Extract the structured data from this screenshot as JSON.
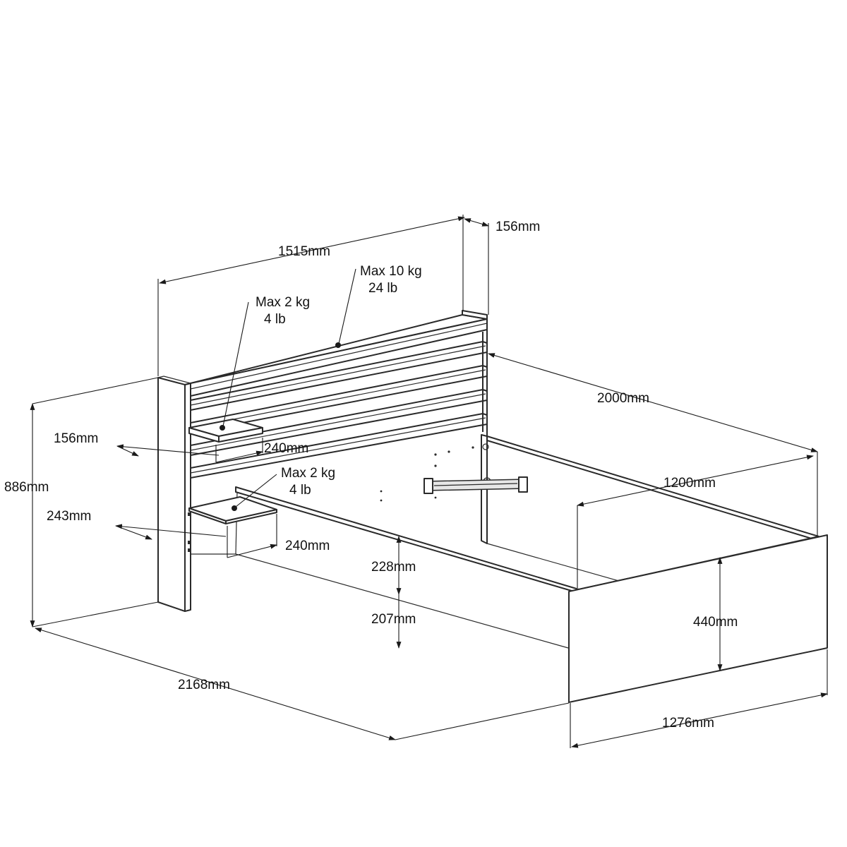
{
  "diagram": {
    "colors": {
      "line": "#2a2a2a",
      "background": "#ffffff",
      "shade": "#e6e6e6"
    },
    "dimensions": {
      "headboard_width": "1515mm",
      "headboard_depth": "156mm",
      "total_height": "886mm",
      "bed_length": "2000mm",
      "mattress_width": "1200mm",
      "total_length": "2168mm",
      "total_width": "1276mm",
      "shelf_upper_depth": "156mm",
      "shelf_upper_width": "240mm",
      "shelf_lower_depth": "243mm",
      "shelf_lower_width": "240mm",
      "frame_height": "228mm",
      "clearance_height": "207mm",
      "footboard_height": "440mm"
    },
    "load_notes": {
      "top_shelf": {
        "line1": "Max 10 kg",
        "line2": "24 lb"
      },
      "upper_shelf": {
        "line1": "Max 2 kg",
        "line2": "4 lb"
      },
      "lower_shelf": {
        "line1": "Max 2 kg",
        "line2": "4 lb"
      }
    }
  }
}
